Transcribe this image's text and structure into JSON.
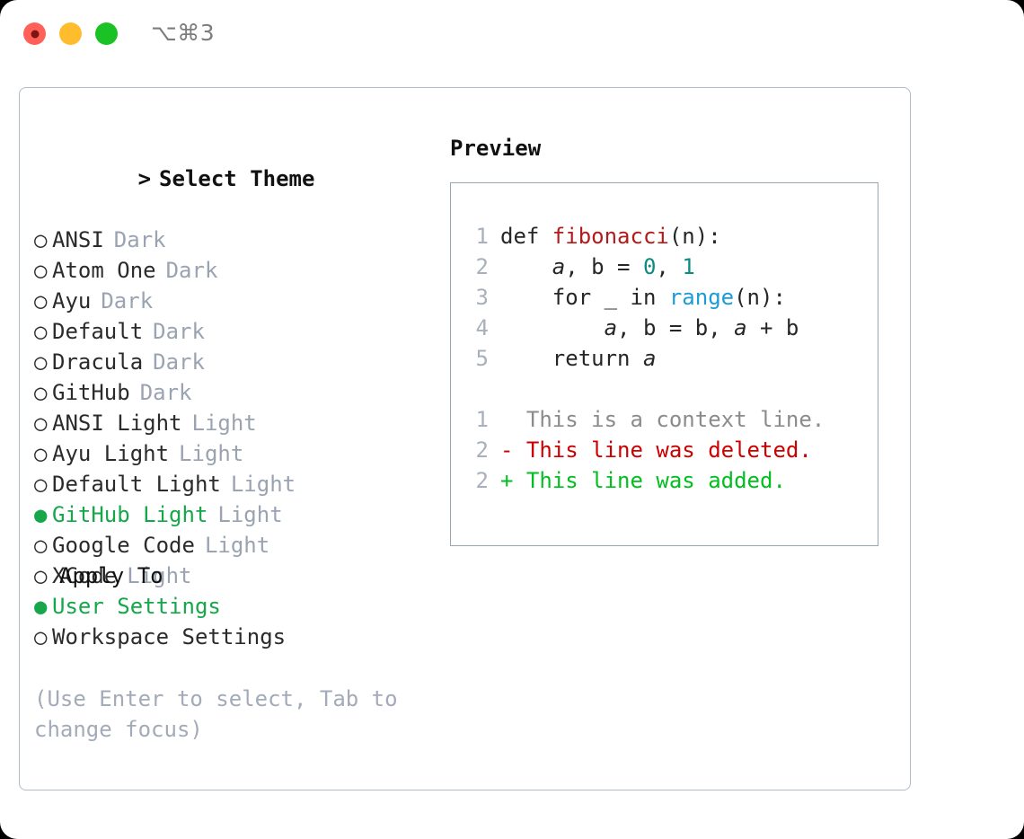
{
  "titlebar": {
    "shortcut": "⌥⌘3",
    "buttons": {
      "close": "close",
      "minimize": "minimize",
      "maximize": "maximize"
    }
  },
  "theme_picker": {
    "header": "Select Theme",
    "caret": ">",
    "bullet_selected": "●",
    "bullet_unselected": "○",
    "items": [
      {
        "label": "ANSI",
        "tag": "Dark",
        "selected": false
      },
      {
        "label": "Atom One",
        "tag": "Dark",
        "selected": false
      },
      {
        "label": "Ayu",
        "tag": "Dark",
        "selected": false
      },
      {
        "label": "Default",
        "tag": "Dark",
        "selected": false
      },
      {
        "label": "Dracula",
        "tag": "Dark",
        "selected": false
      },
      {
        "label": "GitHub",
        "tag": "Dark",
        "selected": false
      },
      {
        "label": "ANSI Light",
        "tag": "Light",
        "selected": false
      },
      {
        "label": "Ayu Light",
        "tag": "Light",
        "selected": false
      },
      {
        "label": "Default Light",
        "tag": "Light",
        "selected": false
      },
      {
        "label": "GitHub Light",
        "tag": "Light",
        "selected": true
      },
      {
        "label": "Google Code",
        "tag": "Light",
        "selected": false
      },
      {
        "label": "XCode",
        "tag": "Light",
        "selected": false
      }
    ]
  },
  "apply_to": {
    "header": "Apply To",
    "items": [
      {
        "label": "User Settings",
        "selected": true
      },
      {
        "label": "Workspace Settings",
        "selected": false
      }
    ]
  },
  "hint": "(Use Enter to select, Tab to change focus)",
  "preview": {
    "title": "Preview",
    "code_lines": [
      {
        "num": "1",
        "tokens": [
          {
            "t": "def ",
            "c": "plain"
          },
          {
            "t": "fibonacci",
            "c": "func"
          },
          {
            "t": "(n):",
            "c": "plain"
          }
        ]
      },
      {
        "num": "2",
        "tokens": [
          {
            "t": "    ",
            "c": "plain"
          },
          {
            "t": "a",
            "c": "ital"
          },
          {
            "t": ", b = ",
            "c": "plain"
          },
          {
            "t": "0",
            "c": "num"
          },
          {
            "t": ", ",
            "c": "plain"
          },
          {
            "t": "1",
            "c": "num"
          }
        ]
      },
      {
        "num": "3",
        "tokens": [
          {
            "t": "    for _ in ",
            "c": "plain"
          },
          {
            "t": "range",
            "c": "call"
          },
          {
            "t": "(n):",
            "c": "plain"
          }
        ]
      },
      {
        "num": "4",
        "tokens": [
          {
            "t": "        ",
            "c": "plain"
          },
          {
            "t": "a",
            "c": "ital"
          },
          {
            "t": ", b = b, ",
            "c": "plain"
          },
          {
            "t": "a",
            "c": "ital"
          },
          {
            "t": " + b",
            "c": "plain"
          }
        ]
      },
      {
        "num": "5",
        "tokens": [
          {
            "t": "    return ",
            "c": "plain"
          },
          {
            "t": "a",
            "c": "ital"
          }
        ]
      }
    ],
    "diff_lines": [
      {
        "num": "1",
        "marker": "  ",
        "text": "This is a context line.",
        "kind": "ctx"
      },
      {
        "num": "2",
        "marker": "- ",
        "text": "This line was deleted.",
        "kind": "del"
      },
      {
        "num": "2",
        "marker": "+ ",
        "text": "This line was added.",
        "kind": "add"
      }
    ]
  },
  "colors": {
    "accent_green": "#16a74a",
    "tag_gray": "#9aa3b1",
    "hint_gray": "#a3abb8",
    "panel_border": "#b3bbc7",
    "preview_border": "#9aa5b4",
    "diff_delete": "#cc0000",
    "diff_add": "#00bf1f",
    "syntax_function": "#b31b1b",
    "syntax_number": "#0d8b83",
    "syntax_call": "#1c9cd4"
  }
}
